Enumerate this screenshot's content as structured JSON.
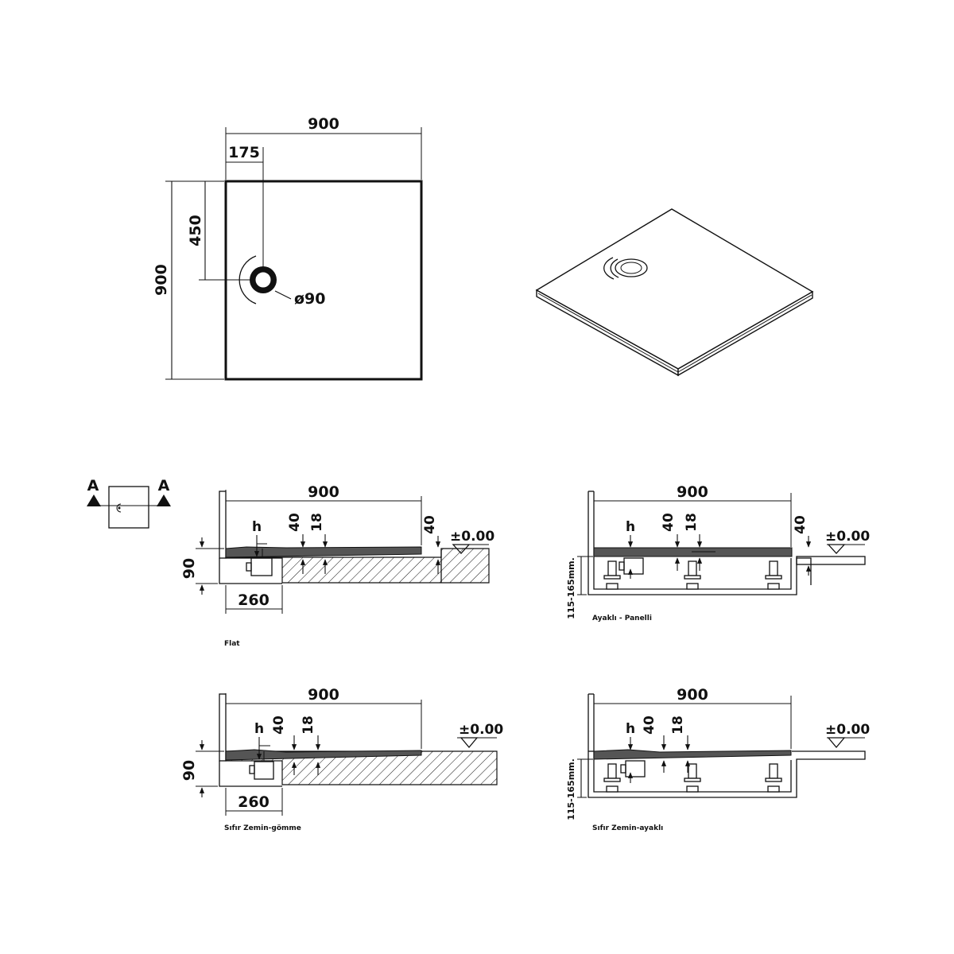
{
  "plan_view": {
    "width_label": "900",
    "height_label": "900",
    "drain_offset_x_label": "175",
    "drain_offset_y_label": "450",
    "drain_diameter_label": "ø90"
  },
  "section_key": {
    "left_marker": "A",
    "right_marker": "A"
  },
  "sections": [
    {
      "caption": "Flat",
      "width_label": "900",
      "h_label": "h",
      "dim_40": "40",
      "dim_18": "18",
      "right_40": "40",
      "level_label": "±0.00",
      "depth_label": "90",
      "trap_label": "260"
    },
    {
      "caption": "Ayaklı - Panelli",
      "width_label": "900",
      "h_label": "h",
      "dim_40": "40",
      "dim_18": "18",
      "right_40": "40",
      "level_label": "±0.00",
      "height_range_label": "115-165mm."
    },
    {
      "caption": "Sıfır Zemin-gömme",
      "width_label": "900",
      "h_label": "h",
      "dim_40": "40",
      "dim_18": "18",
      "level_label": "±0.00",
      "depth_label": "90",
      "trap_label": "260"
    },
    {
      "caption": "Sıfır Zemin-ayaklı",
      "width_label": "900",
      "h_label": "h",
      "dim_40": "40",
      "dim_18": "18",
      "level_label": "±0.00",
      "height_range_label": "115-165mm."
    }
  ]
}
